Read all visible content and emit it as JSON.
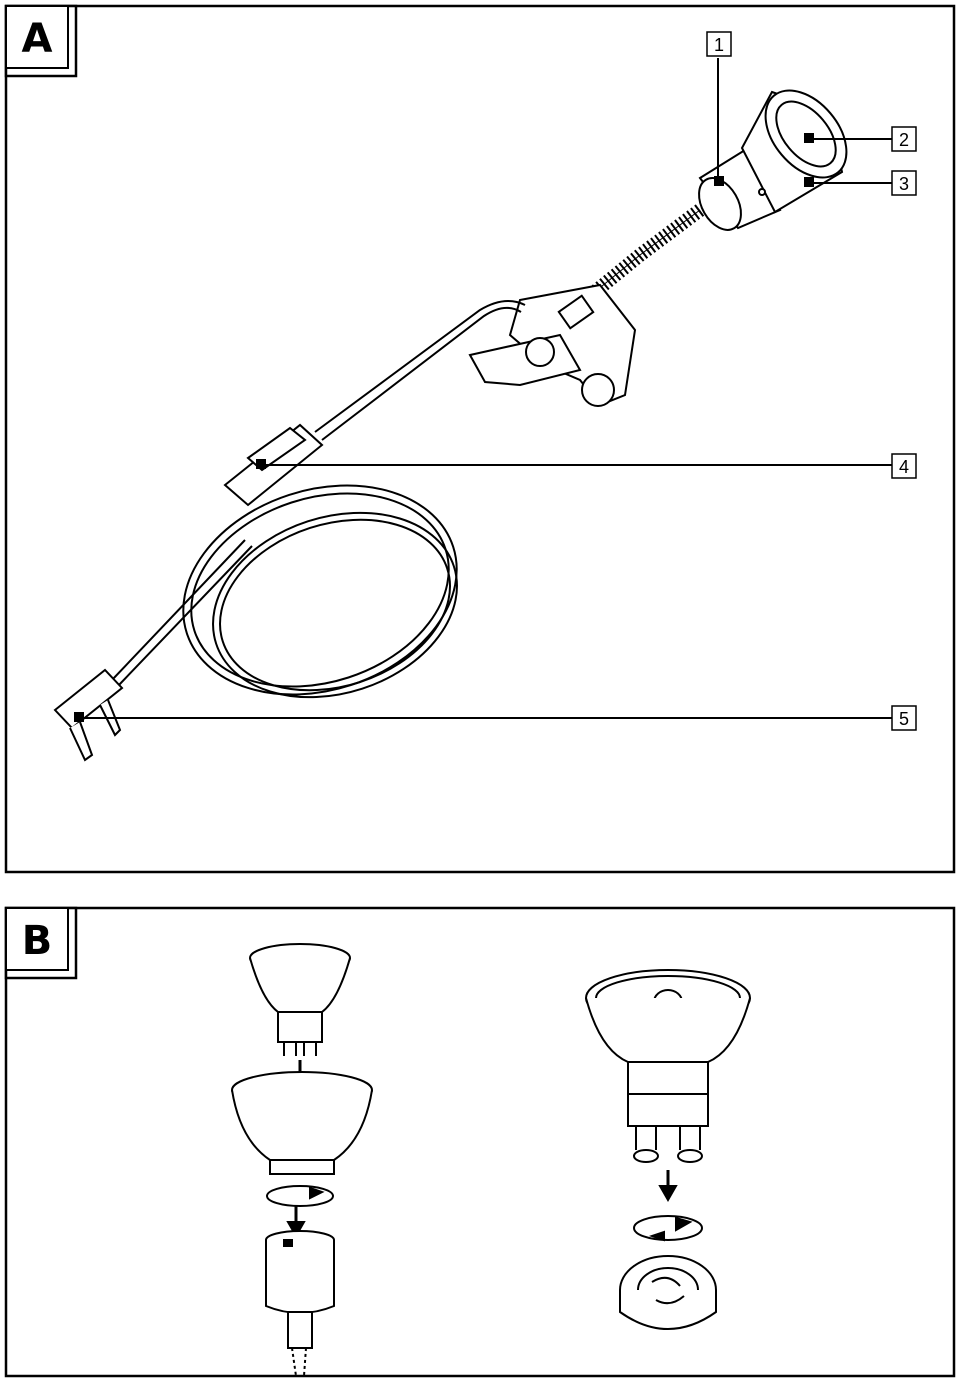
{
  "panels": {
    "a": {
      "label": "A"
    },
    "b": {
      "label": "B"
    }
  },
  "callouts": [
    {
      "number": "1",
      "part": "lamp-head"
    },
    {
      "number": "2",
      "part": "bulb-reflector-front"
    },
    {
      "number": "3",
      "part": "lamp-shade-rim"
    },
    {
      "number": "4",
      "part": "inline-switch"
    },
    {
      "number": "5",
      "part": "plug"
    }
  ],
  "colors": {
    "line": "#000000",
    "background": "#ffffff"
  }
}
